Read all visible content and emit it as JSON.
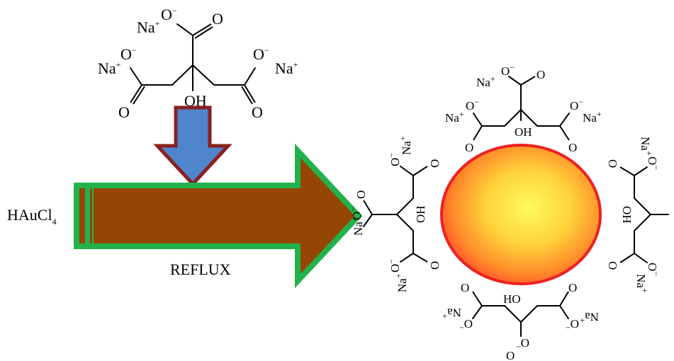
{
  "labels": {
    "reagent": "HAuCl",
    "reagent_sub": "4",
    "process": "REFLUX"
  },
  "atoms": {
    "sodium": "Na",
    "plus": "+",
    "oxygen": "O",
    "minus": "−",
    "hydroxyl": "OH",
    "hydroxyl_rev": "HO"
  },
  "colors": {
    "down_arrow_fill": "#4f85cc",
    "down_arrow_border": "#8a2020",
    "main_arrow_fill": "#954604",
    "main_arrow_border": "#22b24c",
    "particle_core": "#fffb60",
    "particle_edge": "#ff4a2a",
    "particle_rim": "#ee2020"
  }
}
